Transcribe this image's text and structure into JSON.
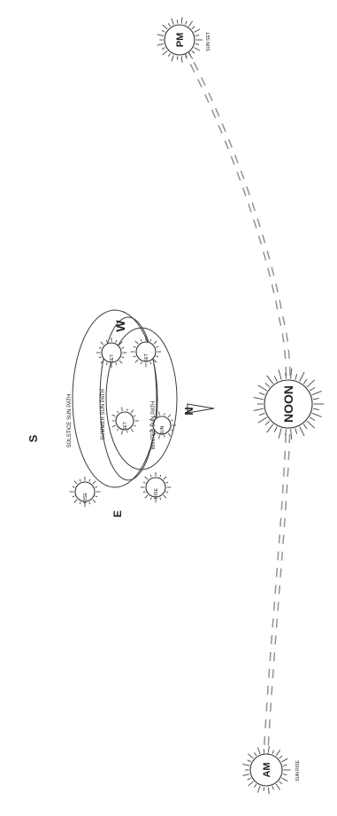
{
  "compass": {
    "north": "N",
    "south": "S",
    "east": "E",
    "west": "W"
  },
  "sun_paths": {
    "solstice": "SOLSTICE SUN PATH",
    "summer": "SUMMER SUN PATH",
    "winter": "WINTER SUN PATH"
  },
  "big_suns": {
    "am": "AM",
    "noon": "NOON",
    "pm": "PM",
    "am_side": "SUN RISE",
    "pm_side": "SUN SET"
  },
  "small_suns": {
    "rise_top": "RISE",
    "set_top": "SET",
    "mid_top": "SET",
    "rise_low": "RISE",
    "mid_low": "SUN",
    "set_low": "SET"
  }
}
